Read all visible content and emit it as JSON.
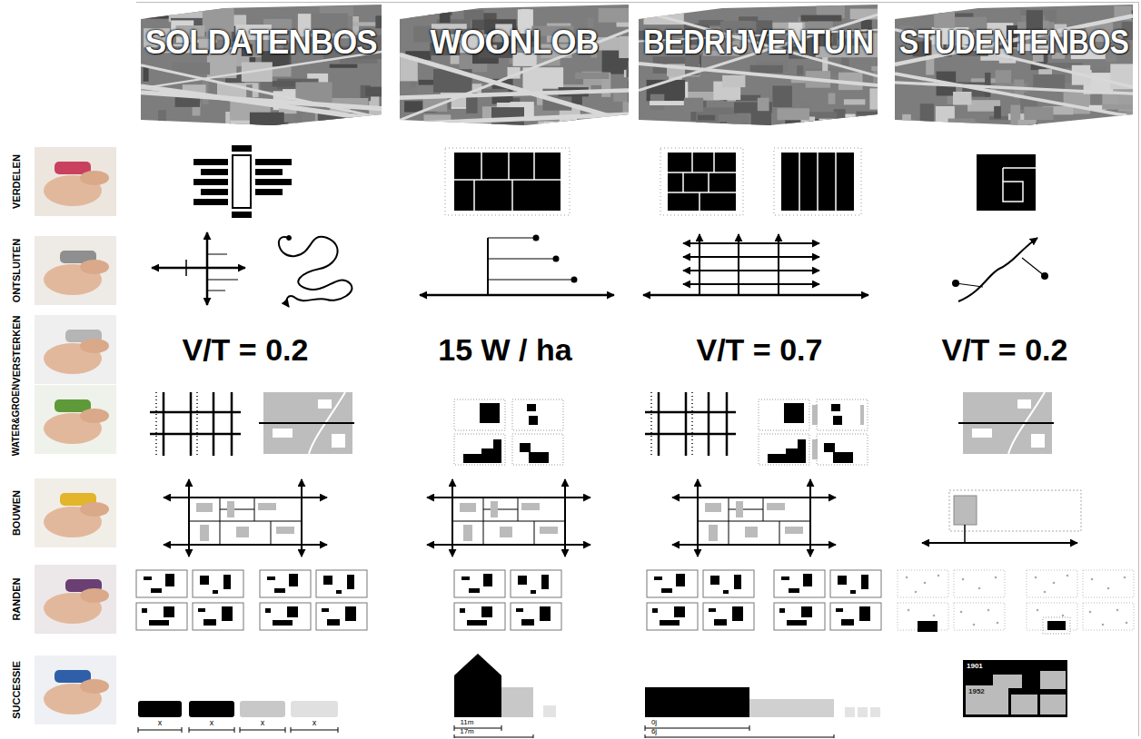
{
  "diagram": {
    "nodes": [
      {
        "text": [
          "SOLDATENBOS"
        ]
      },
      {
        "text": [
          "WOONLOB"
        ]
      },
      {
        "text": [
          "BEDRIJVENTUIN"
        ]
      },
      {
        "text": [
          "STUDENTENBOS"
        ]
      },
      {
        "text": [
          "1901",
          "1952"
        ]
      }
    ],
    "labels": [
      "VERDELEN",
      "ONTSLUITEN",
      "VERSTERKEN",
      "V/T = 0.2",
      "15 W / ha",
      "V/T = 0.7",
      "V/T = 0.2",
      "WATER&GROEN",
      "BOUWEN",
      "RANDEN",
      "SUCCESSIE",
      "x",
      "x",
      "x",
      "x",
      "11m",
      "17m",
      "0j",
      "6j"
    ]
  }
}
